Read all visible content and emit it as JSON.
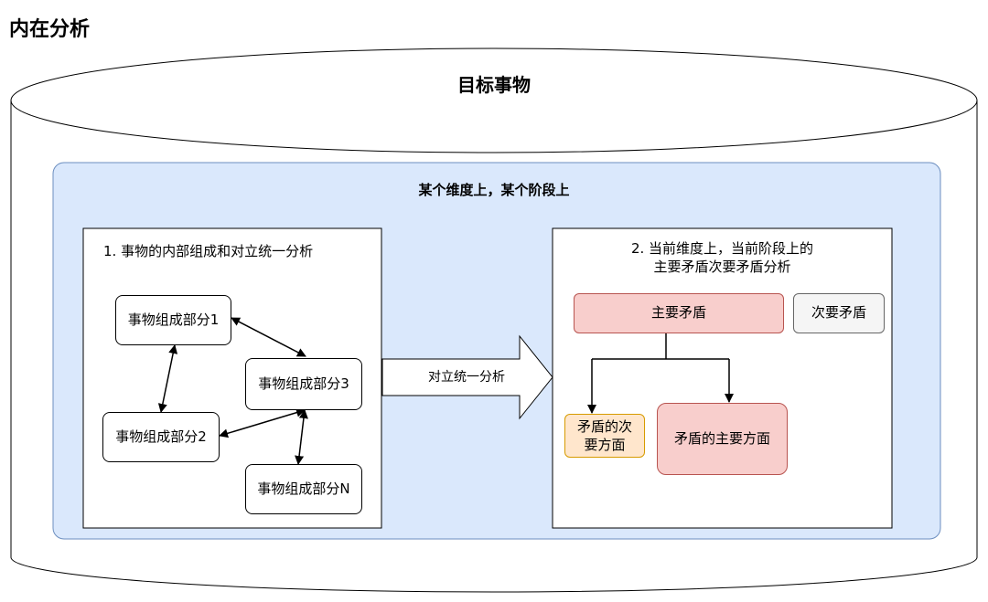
{
  "page_title": "内在分析",
  "cylinder_label": "目标事物",
  "context_label": "某个维度上，某个阶段上",
  "left_panel": {
    "title": "1. 事物的内部组成和对立统一分析",
    "parts": [
      "事物组成部分1",
      "事物组成部分2",
      "事物组成部分3",
      "事物组成部分N"
    ]
  },
  "arrow_label": "对立统一分析",
  "right_panel": {
    "title_line1": "2. 当前维度上，当前阶段上的",
    "title_line2": "主要矛盾次要矛盾分析",
    "main_contradiction": "主要矛盾",
    "secondary_contradiction": "次要矛盾",
    "secondary_aspect_line1": "矛盾的次",
    "secondary_aspect_line2": "要方面",
    "main_aspect": "矛盾的主要方面"
  },
  "colors": {
    "context_fill": "#dae8fc",
    "context_stroke": "#6c8ebf",
    "main_fill": "#f8cecc",
    "main_stroke": "#b85450",
    "secondary_fill": "#f5f5f5",
    "secondary_stroke": "#666666",
    "aspect_fill": "#ffe6cc",
    "aspect_stroke": "#d79b00"
  }
}
